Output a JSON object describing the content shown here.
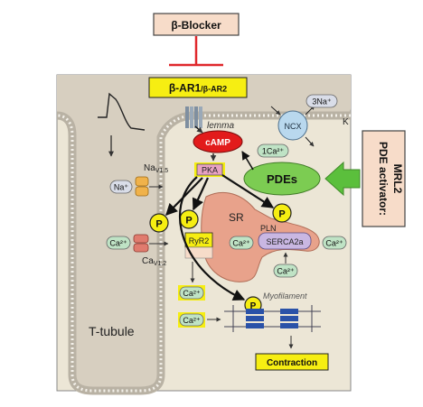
{
  "beta_blocker": "β-Blocker",
  "beta_receptor": {
    "main": "β-AR1",
    "sub": "/β-AR2"
  },
  "membrane": {
    "lemma": "lemma",
    "t_tubule": "T-tubule",
    "k_fragment": "K"
  },
  "camp": "cAMP",
  "pka": "PKA",
  "pdes": "PDEs",
  "pde_activator": {
    "line1": "PDE activator:",
    "line2": "MRL2"
  },
  "ncx": {
    "label": "NCX",
    "na_in": "3Na⁺",
    "ca_out": "1Ca²⁺"
  },
  "nav": {
    "base": "Na",
    "sub": "V1.5"
  },
  "cav": {
    "base": "Ca",
    "sub": "V1.2"
  },
  "na_ion": "Na⁺",
  "ca_ion": "Ca²⁺",
  "sr": "SR",
  "ryr2": "RyR2",
  "pln": "PLN",
  "serca": "SERCA2a",
  "phospho": "P",
  "myofilament": "Myofilament",
  "contraction": "Contraction",
  "colors": {
    "blocker_red": "#e0282c",
    "camp_red": "#e21b1b",
    "pdes_green": "#7ccc52",
    "arrow_green": "#5bbf3c",
    "ion_green": "#bfe3c5",
    "highlight_yellow": "#f6ee12",
    "sr_pink": "#e8a28b",
    "box_peach": "#f7dcc9",
    "cell_beige": "#ece6d6"
  }
}
